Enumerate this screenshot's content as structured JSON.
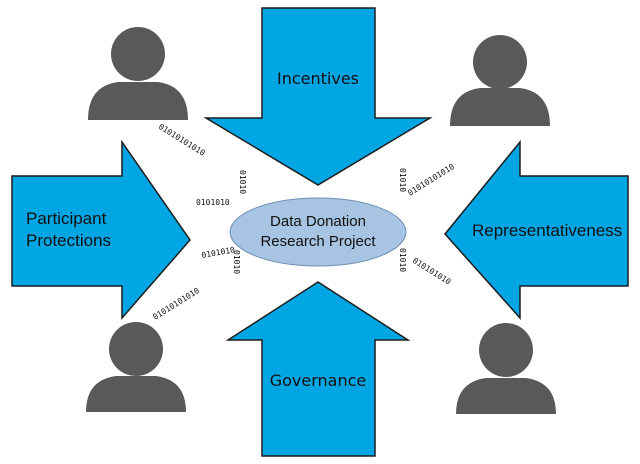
{
  "center": {
    "line1": "Data Donation",
    "line2": "Research Project"
  },
  "arrows": {
    "top": "Incentives",
    "bottom": "Governance",
    "left_line1": "Participant",
    "left_line2": "Protections",
    "right": "Representativeness"
  },
  "binary": {
    "stream_a": "01010101010",
    "stream_b": "0101010",
    "stream_c": "01010",
    "stream_d": "010101010"
  },
  "icons": {
    "people": "person-icon",
    "arrows": "arrow-icon"
  },
  "colors": {
    "arrow_fill": "#00a5e3",
    "person_fill": "#58595b",
    "ellipse_fill": "#a7c4e2"
  }
}
